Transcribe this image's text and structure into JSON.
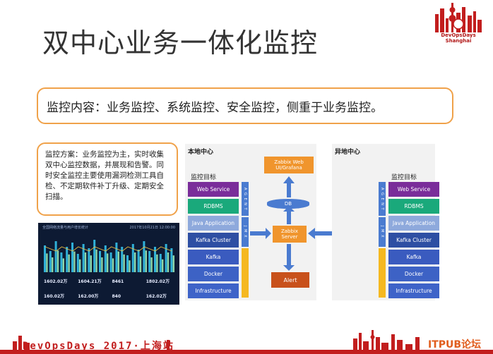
{
  "title": "双中心业务一体化监控",
  "logo_text": "DevOpsDays Shanghai",
  "content_box": "监控内容：业务监控、系统监控、安全监控，侧重于业务监控。",
  "plan_box": "监控方案：业务监控为主，实时收集双中心监控数据，并展现和告警。同时安全监控主要使用漏洞检测工具自检、不定期软件补丁升级、定期安全扫描。",
  "dashboard": {
    "header_left": "全国网络流量与用户增长统计",
    "header_right": "2017年10月21日 12:00:00",
    "stats": [
      "1602.02万",
      "1604.21万",
      "8461",
      "1802.02万",
      "160.02万",
      "162.00万",
      "840",
      "162.02万"
    ]
  },
  "local_center": {
    "title": "本地中心",
    "monitor_label": "监控目标",
    "layers": [
      "Web Service",
      "RDBMS",
      "Java Application",
      "Kafka Cluster",
      "Kafka",
      "Docker",
      "Infrastructure"
    ],
    "stripe_top": "A G E N T",
    "stripe_mid": "J M X",
    "zabbix_web": "Zabbix Web UI/Grafana",
    "db": "DB",
    "zabbix_server": "Zabbix Server",
    "alert": "Alert"
  },
  "remote_center": {
    "title": "异地中心",
    "monitor_label": "监控目标",
    "layers": [
      "Web Service",
      "RDBMS",
      "Java Application",
      "Kafka Cluster",
      "Kafka",
      "Docker",
      "Infrastructure"
    ],
    "stripe_top": "A G E N T",
    "stripe_mid": "J M X"
  },
  "footer": {
    "brand": "DevOpsDays 2017·上海站",
    "site": "ITPUB论坛"
  },
  "colors": {
    "accent_orange": "#f0a24a",
    "brand_red": "#c21e1e",
    "zabbix_orange": "#f0952d",
    "alert": "#c8511b",
    "layer_purple": "#7a2d9a",
    "layer_green": "#1aa97b",
    "stripe_blue": "#4a7bd0",
    "stripe_yellow": "#f5b820"
  }
}
